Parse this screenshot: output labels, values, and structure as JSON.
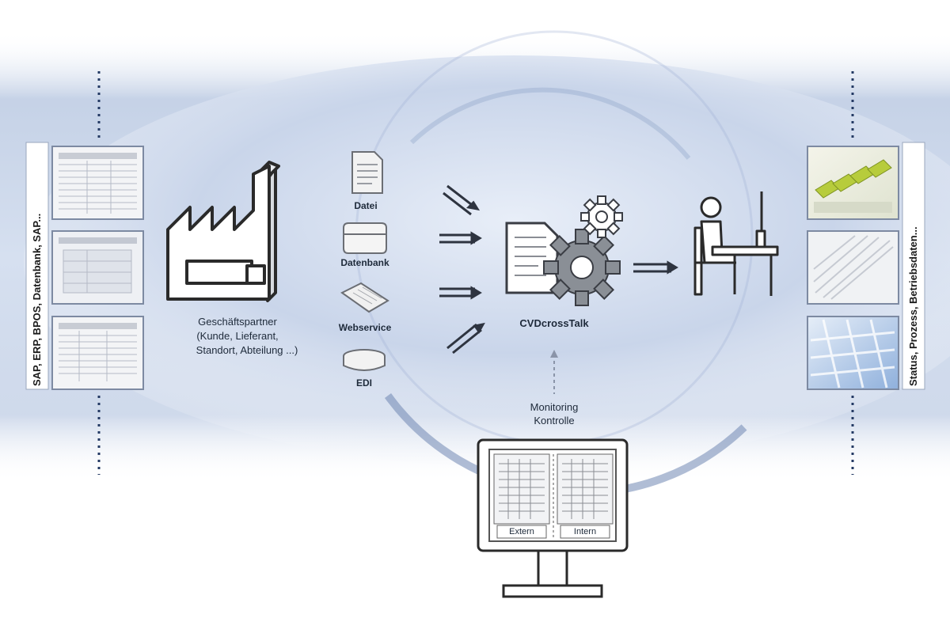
{
  "left_panel": {
    "label": "SAP, ERP, BPOS, Datenbank, SAP..."
  },
  "right_panel": {
    "label": "Status, Prozess, Betriebsdaten..."
  },
  "partner": {
    "title": "Geschäftspartner",
    "detail_1": "(Kunde, Lieferant,",
    "detail_2": "Standort, Abteilung ...)"
  },
  "sources": [
    {
      "label": "Datei",
      "icon": "document-icon"
    },
    {
      "label": "Datenbank",
      "icon": "database-icon"
    },
    {
      "label": "Webservice",
      "icon": "webservice-icon"
    },
    {
      "label": "EDI",
      "icon": "edi-icon"
    }
  ],
  "center_node": {
    "label": "CVDcrossTalk"
  },
  "monitoring": {
    "line_1": "Monitoring",
    "line_2": "Kontrolle",
    "tab_left": "Extern",
    "tab_right": "Intern"
  },
  "colors": {
    "background_wash": "#c5d3e8",
    "globe": "#6f87b3",
    "icon_stroke": "#2a2a2a",
    "gear": "#8a8f96",
    "connector": "#8a94a8"
  }
}
